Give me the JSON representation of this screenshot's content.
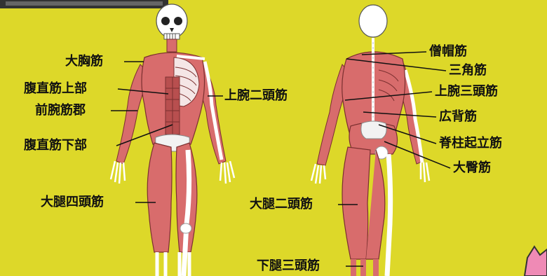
{
  "background_color": "#ddd829",
  "muscle_color": "#d86c6c",
  "bone_color": "#ffffff",
  "front_labels": {
    "pectoralis": "大胸筋",
    "upper_abs": "腹直筋上部",
    "forearm": "前腕筋郡",
    "lower_abs": "腹直筋下部",
    "quadriceps": "大腿四頭筋",
    "biceps": "上腕二頭筋"
  },
  "back_labels": {
    "trapezius": "僧帽筋",
    "deltoid": "三角筋",
    "triceps": "上腕三頭筋",
    "latissimus": "広背筋",
    "erector": "脊柱起立筋",
    "gluteus": "大臀筋",
    "hamstrings": "大腿二頭筋",
    "calf": "下腿三頭筋"
  }
}
